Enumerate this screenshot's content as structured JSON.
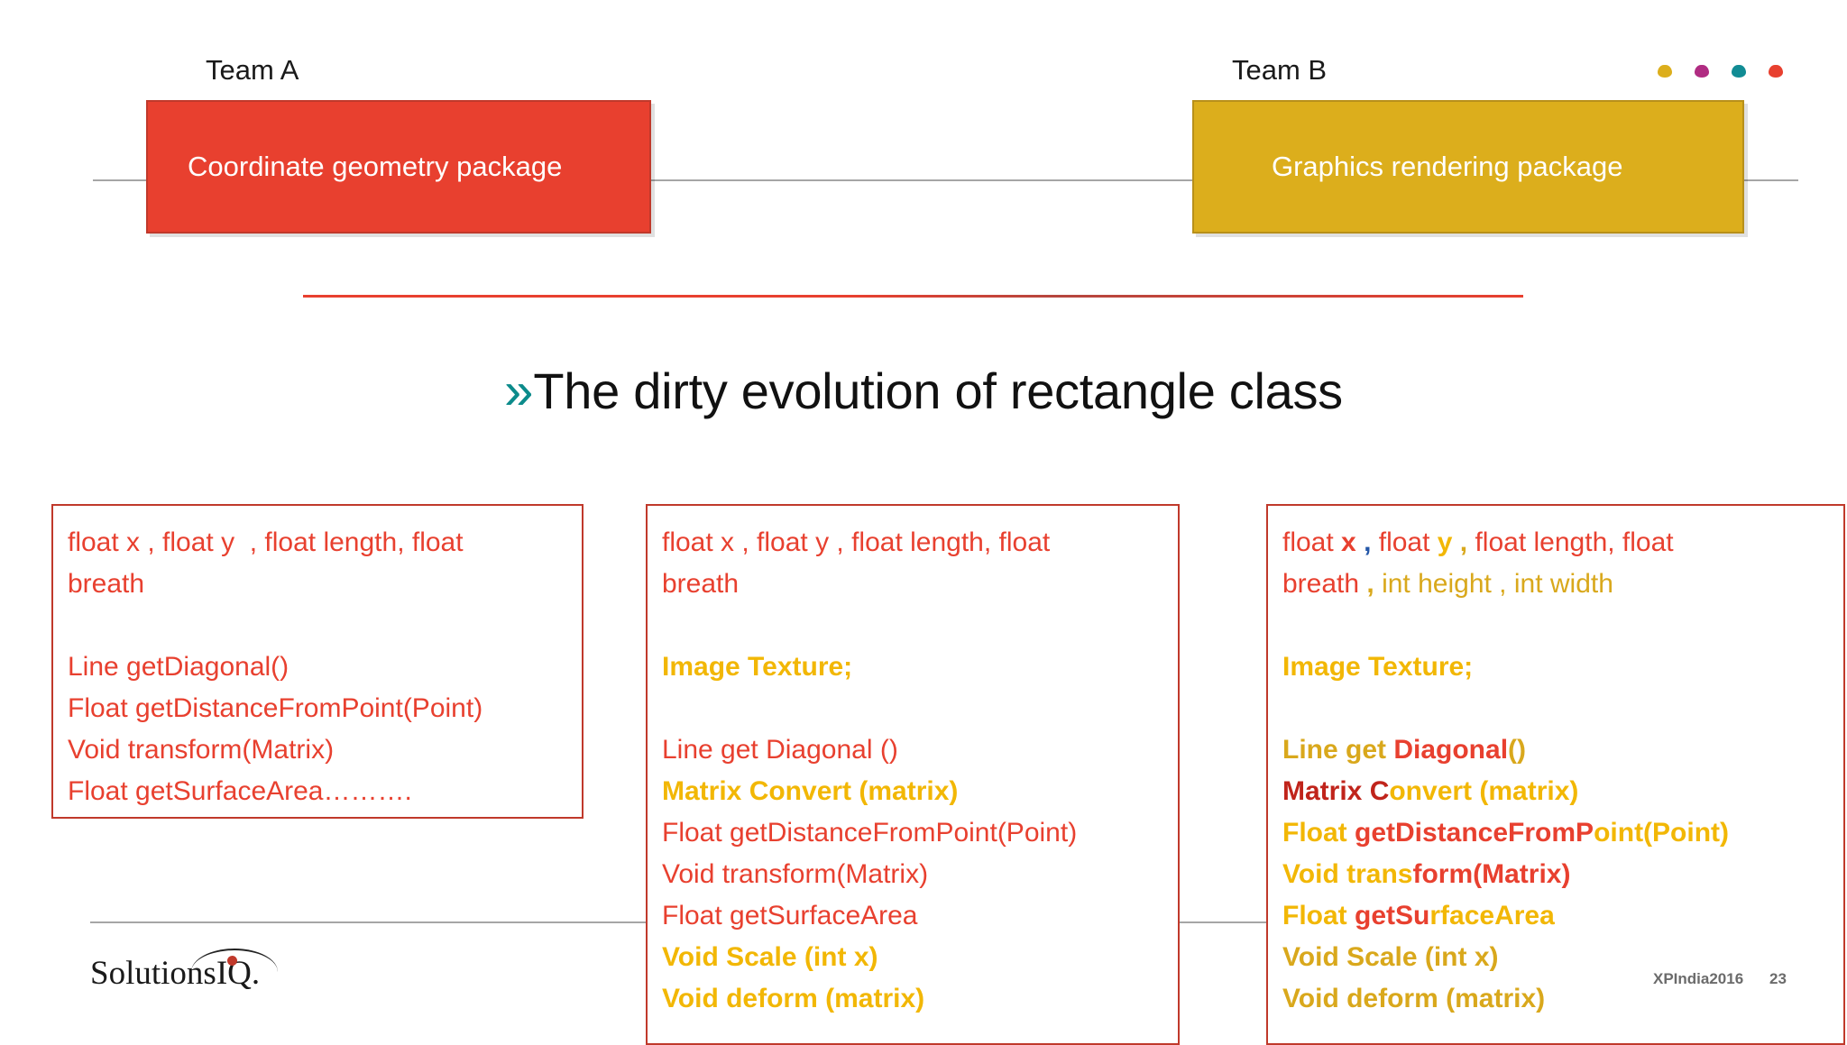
{
  "deck": {
    "title_bullet": "»",
    "title_text": "The dirty evolution of rectangle class"
  },
  "decor": {
    "dots": [
      {
        "name": "dot-gold",
        "color": "#DCAE1C"
      },
      {
        "name": "dot-magenta",
        "color": "#B02C82"
      },
      {
        "name": "dot-teal",
        "color": "#118C94"
      },
      {
        "name": "dot-red",
        "color": "#E8402F"
      }
    ]
  },
  "teams": {
    "a": {
      "label": "Team A",
      "package": "Coordinate geometry package",
      "color": "#E8402F"
    },
    "b": {
      "label": "Team B",
      "package": "Graphics rendering package",
      "color": "#DCAE1C"
    }
  },
  "code_panels": [
    {
      "id": "code-1",
      "lines": [
        {
          "segments": [
            {
              "text": "float x , float y  , float length, float",
              "style": "c-red"
            }
          ]
        },
        {
          "segments": [
            {
              "text": "breath",
              "style": "c-red"
            }
          ]
        },
        {
          "blank": true
        },
        {
          "segments": [
            {
              "text": "Line getDiagonal()",
              "style": "c-red"
            }
          ]
        },
        {
          "segments": [
            {
              "text": "Float getDistanceFromPoint(Point)",
              "style": "c-red"
            }
          ]
        },
        {
          "segments": [
            {
              "text": "Void transform(Matrix)",
              "style": "c-red"
            }
          ]
        },
        {
          "segments": [
            {
              "text": "Float getSurfaceArea……….",
              "style": "c-red"
            }
          ]
        }
      ]
    },
    {
      "id": "code-2",
      "lines": [
        {
          "segments": [
            {
              "text": "float x , float y , float length, float",
              "style": "c-red"
            }
          ]
        },
        {
          "segments": [
            {
              "text": "breath",
              "style": "c-red"
            }
          ]
        },
        {
          "blank": true
        },
        {
          "segments": [
            {
              "text": "Image Texture;",
              "style": "c-gold b"
            }
          ]
        },
        {
          "blank": true
        },
        {
          "segments": [
            {
              "text": "Line get Diagonal ()",
              "style": "c-red"
            }
          ]
        },
        {
          "segments": [
            {
              "text": "Matrix Convert (matrix)",
              "style": "c-gold b"
            }
          ]
        },
        {
          "segments": [
            {
              "text": "Float getDistanceFromPoint(Point)",
              "style": "c-red"
            }
          ]
        },
        {
          "segments": [
            {
              "text": "Void transform(Matrix)",
              "style": "c-red"
            }
          ]
        },
        {
          "segments": [
            {
              "text": "Float getSurfaceArea",
              "style": "c-red"
            }
          ]
        },
        {
          "segments": [
            {
              "text": "Void Scale (int x)",
              "style": "c-gold b"
            }
          ]
        },
        {
          "segments": [
            {
              "text": "Void deform (matrix)",
              "style": "c-gold b"
            }
          ]
        }
      ]
    },
    {
      "id": "code-3",
      "lines": [
        {
          "segments": [
            {
              "text": "float ",
              "style": "c-red"
            },
            {
              "text": "x",
              "style": "c-red b"
            },
            {
              "text": " ,",
              "style": "c-blue b"
            },
            {
              "text": " float ",
              "style": "c-red"
            },
            {
              "text": "y",
              "style": "c-gold b"
            },
            {
              "text": " ,",
              "style": "c-amber b"
            },
            {
              "text": " float length, float",
              "style": "c-red"
            }
          ]
        },
        {
          "segments": [
            {
              "text": "breath",
              "style": "c-red"
            },
            {
              "text": " ,",
              "style": "c-amber b"
            },
            {
              "text": " int height , int width",
              "style": "c-amber"
            }
          ]
        },
        {
          "blank": true
        },
        {
          "segments": [
            {
              "text": "Image Texture;",
              "style": "c-gold b"
            }
          ]
        },
        {
          "blank": true
        },
        {
          "segments": [
            {
              "text": "Line get ",
              "style": "c-amber b"
            },
            {
              "text": "Diagonal",
              "style": "c-red b"
            },
            {
              "text": "()",
              "style": "c-amber b"
            }
          ]
        },
        {
          "segments": [
            {
              "text": "Matrix C",
              "style": "c-darkred b"
            },
            {
              "text": "onvert (matrix)",
              "style": "c-gold b"
            }
          ]
        },
        {
          "segments": [
            {
              "text": "Float ",
              "style": "c-gold b"
            },
            {
              "text": "getDistanceFromP",
              "style": "c-red b"
            },
            {
              "text": "oint(Point)",
              "style": "c-gold b"
            }
          ]
        },
        {
          "segments": [
            {
              "text": "Void trans",
              "style": "c-gold b"
            },
            {
              "text": "form(Matrix)",
              "style": "c-red b"
            }
          ]
        },
        {
          "segments": [
            {
              "text": "Float ",
              "style": "c-gold b"
            },
            {
              "text": "getSu",
              "style": "c-red b"
            },
            {
              "text": "rfaceArea",
              "style": "c-gold b"
            }
          ]
        },
        {
          "segments": [
            {
              "text": "Void Scale (int x)",
              "style": "c-amber b"
            }
          ]
        },
        {
          "segments": [
            {
              "text": "Void deform (matrix)",
              "style": "c-amber b"
            }
          ]
        }
      ]
    }
  ],
  "footer": {
    "logo_text": "SolutionsIQ.",
    "conference": "XPIndia2016",
    "page_number": "23"
  }
}
